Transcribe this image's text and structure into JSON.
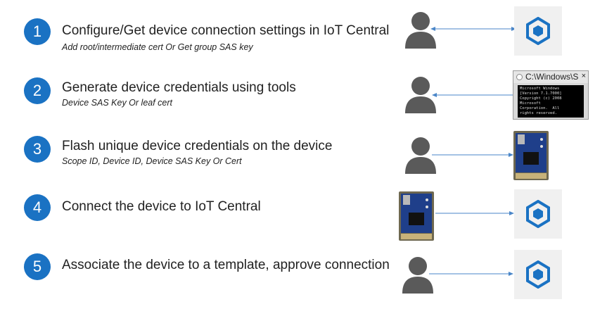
{
  "steps": [
    {
      "number": "1",
      "title": "Configure/Get device connection settings in IoT Central",
      "subtitle": "Add root/intermediate cert Or Get group SAS key"
    },
    {
      "number": "2",
      "title": "Generate device credentials using tools",
      "subtitle": "Device SAS Key Or leaf cert"
    },
    {
      "number": "3",
      "title": "Flash unique device credentials on the device",
      "subtitle": "Scope ID, Device ID, Device SAS Key Or Cert"
    },
    {
      "number": "4",
      "title": "Connect the device to IoT Central",
      "subtitle": ""
    },
    {
      "number": "5",
      "title": "Associate the device to a template, approve connection",
      "subtitle": ""
    }
  ],
  "terminal": {
    "title": "C:\\Windows\\S",
    "close": "×",
    "text": "Microsoft Windows\n[Version 7.1.7000]\nCopyright (c) 2008\nMicrosoft\nCorporation.  All\nrights reserved."
  },
  "colors": {
    "accent": "#1a72c3",
    "arrow": "#4a86c8",
    "person": "#5a5a5a",
    "tile": "#f0f0f0"
  },
  "icons": {
    "person": "person-icon",
    "iot": "iot-central-icon",
    "board": "device-board-icon",
    "terminal": "command-prompt-icon"
  }
}
